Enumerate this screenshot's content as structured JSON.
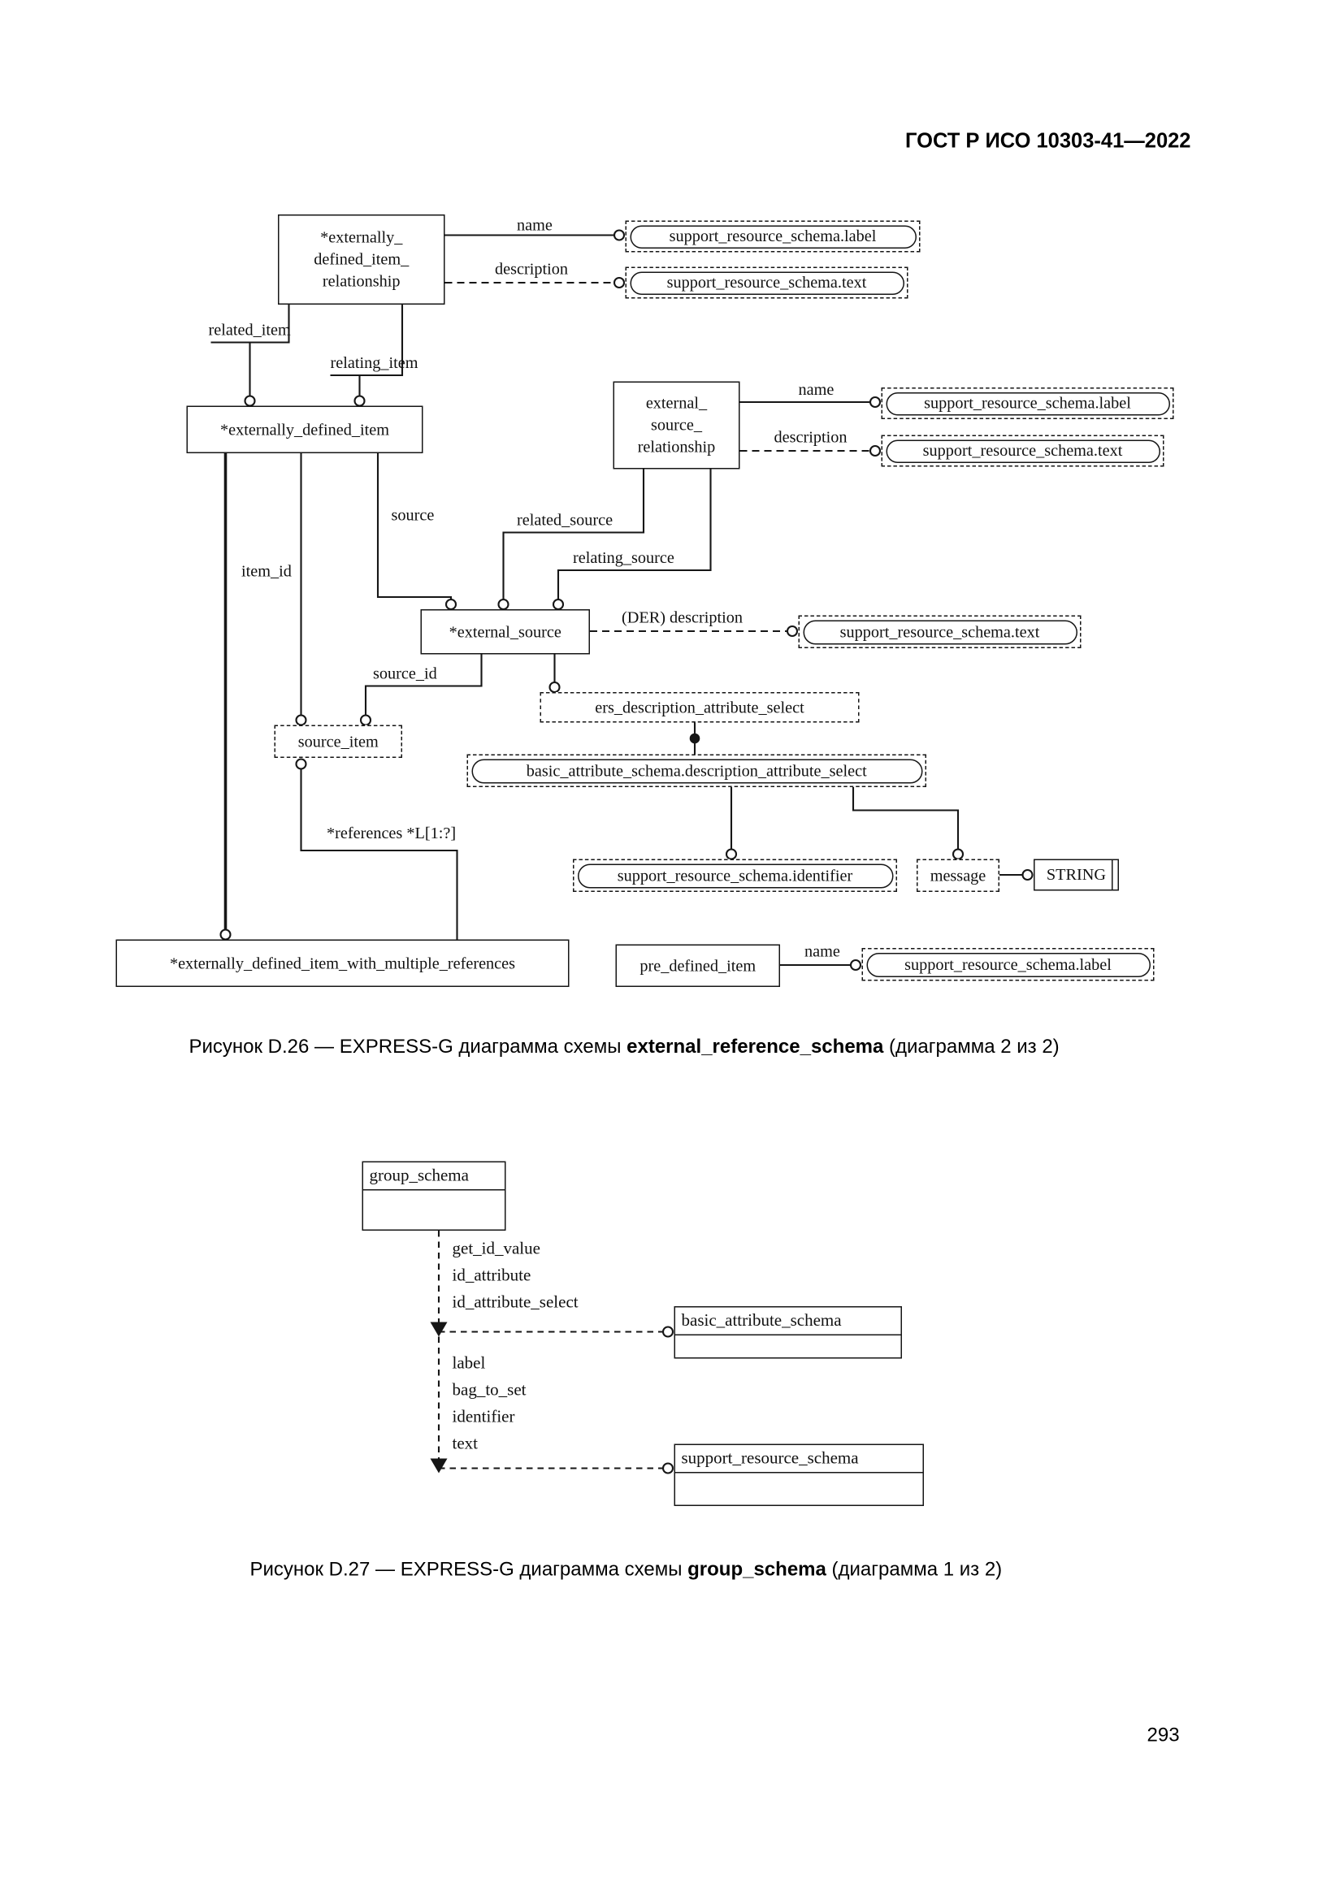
{
  "page": {
    "header": "ГОСТ Р ИСО 10303-41—2022",
    "page_number": "293"
  },
  "d26": {
    "caption": {
      "prefix": "Рисунок D.26 — EXPRESS-G диаграмма схемы ",
      "bold": "external_reference_schema",
      "suffix": " (диаграмма 2 из 2)"
    },
    "entities": {
      "externally_defined_item_relationship": "*externally_\ndefined_item_\nrelationship",
      "externally_defined_item": "*externally_defined_item",
      "external_source_relationship": "external_\nsource_\nrelationship",
      "external_source": "*external_source",
      "externally_defined_item_with_multiple_references": "*externally_defined_item_with_multiple_references",
      "pre_defined_item": "pre_defined_item"
    },
    "types": {
      "source_item": "source_item",
      "ers_description_attribute_select": "ers_description_attribute_select",
      "message": "message",
      "string": "STRING"
    },
    "refs": {
      "label1": "support_resource_schema.label",
      "text1": "support_resource_schema.text",
      "label2": "support_resource_schema.label",
      "text2": "support_resource_schema.text",
      "text3": "support_resource_schema.text",
      "basic_select": "basic_attribute_schema.description_attribute_select",
      "identifier": "support_resource_schema.identifier",
      "label3": "support_resource_schema.label"
    },
    "labels": {
      "name1": "name",
      "description1": "description",
      "related_item": "related_item",
      "relating_item": "relating_item",
      "name2": "name",
      "description2": "description",
      "source": "source",
      "related_source": "related_source",
      "relating_source": "relating_source",
      "der_description": "(DER) description",
      "source_id": "source_id",
      "item_id": "item_id",
      "references": "*references *L[1:?]",
      "name3": "name"
    }
  },
  "d27": {
    "caption": {
      "prefix": "Рисунок D.27 — EXPRESS-G диаграмма схемы ",
      "bold": "group_schema",
      "suffix": " (диаграмма 1 из 2)"
    },
    "schemas": {
      "group_schema": "group_schema",
      "basic_attribute_schema": "basic_attribute_schema",
      "support_resource_schema": "support_resource_schema"
    },
    "interface_items_1": [
      "get_id_value",
      "id_attribute",
      "id_attribute_select"
    ],
    "interface_items_2": [
      "label",
      "bag_to_set",
      "identifier",
      "text"
    ]
  }
}
